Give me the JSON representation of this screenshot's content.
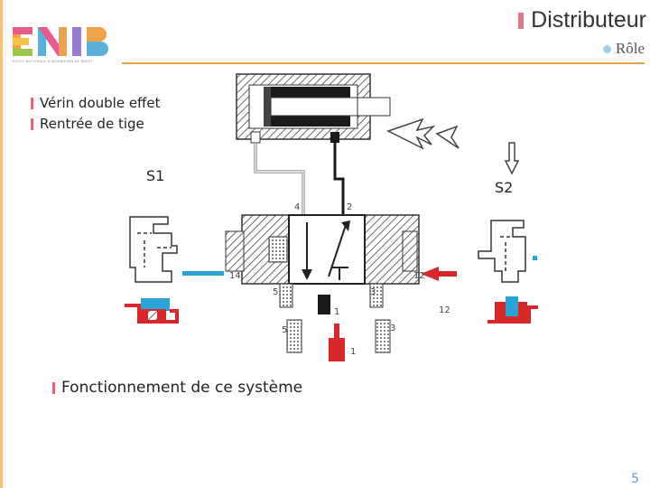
{
  "header": {
    "logo_text": "ENIB",
    "logo_tagline": "ECOLE NATIONALE D'INGENIEURS DE BREST",
    "title": "Distributeur",
    "subtitle": "Rôle"
  },
  "bullets": {
    "item1": "Vérin double effet",
    "item2": "Rentrée de tige",
    "item3": "Fonctionnement de ce système"
  },
  "diagram": {
    "label_s1": "S1",
    "label_s2": "S2",
    "port_4": "4",
    "port_2": "2",
    "port_14": "14",
    "port_12_valve": "12",
    "port_12_pilot": "12",
    "port_5": "5",
    "port_1": "1",
    "port_3": "3",
    "port_5b": "5",
    "port_1b": "1",
    "port_3b": "3",
    "colors": {
      "red": "#d8282a",
      "blue": "#2aa3d8",
      "black": "#1a1a1a"
    }
  },
  "footer": {
    "page_number": "5"
  }
}
